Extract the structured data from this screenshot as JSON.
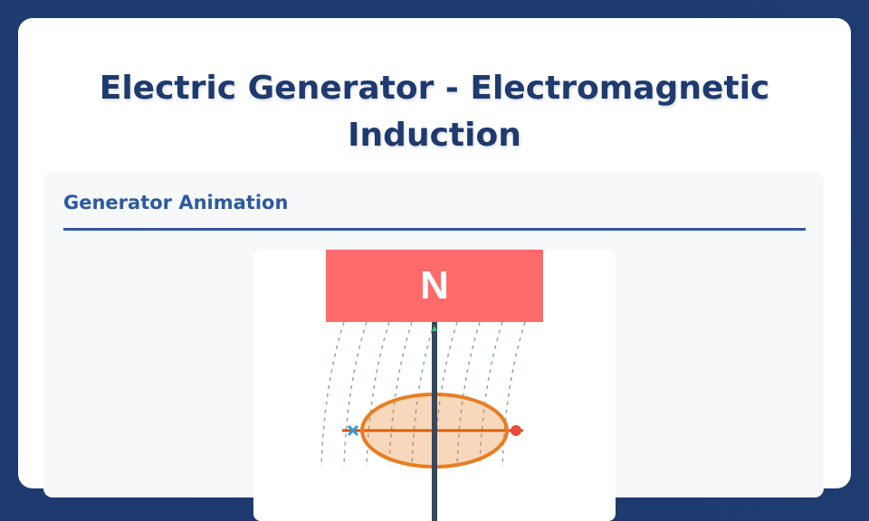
{
  "title": "Electric Generator - Electromagnetic Induction",
  "section": {
    "heading": "Generator Animation"
  },
  "animation": {
    "magnet_label": "N",
    "colors": {
      "magnet": "#ff6b6b",
      "coil": "#e67e22",
      "coil_fill": "#f8d9bf",
      "rod": "#34495e",
      "field": "#95a5a6",
      "terminal_neg": "#3498db",
      "terminal_pos": "#e74c3c",
      "arrow": "#2ecc71"
    }
  }
}
